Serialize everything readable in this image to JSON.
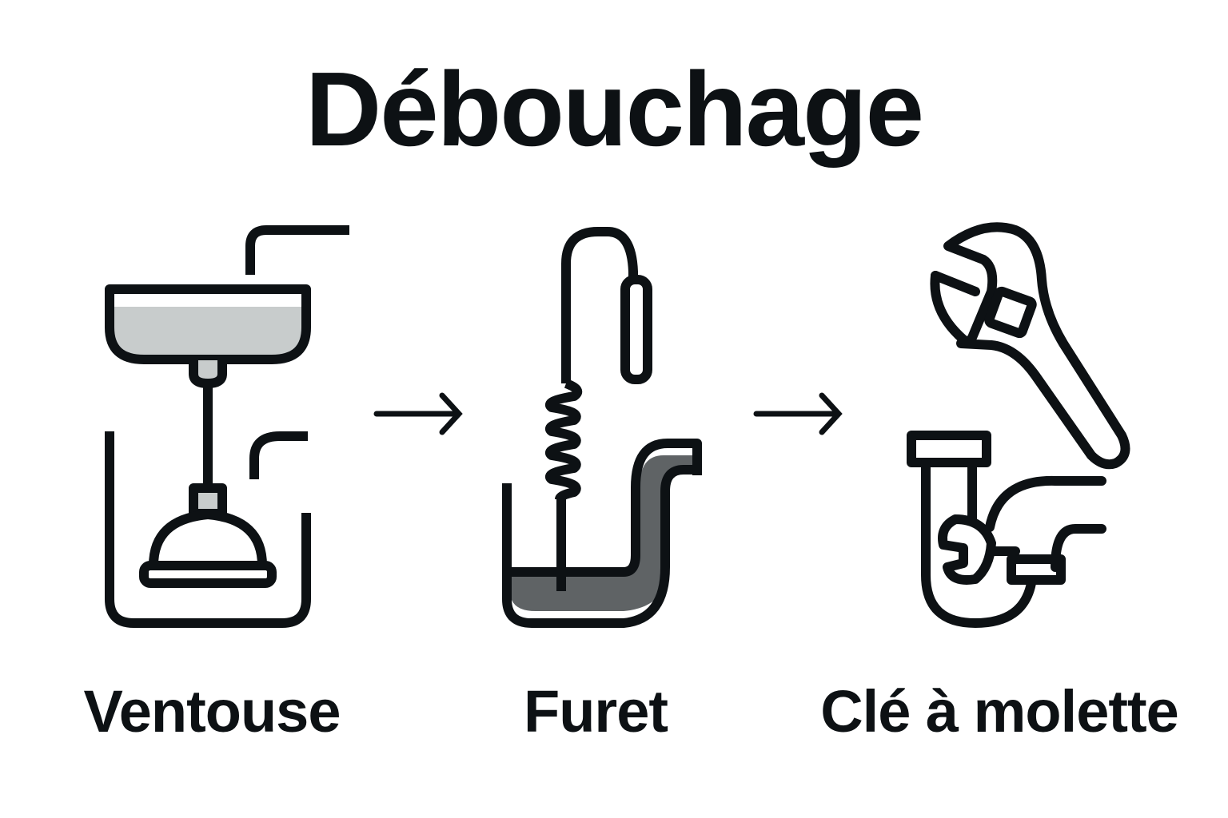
{
  "title": "Débouchage",
  "steps": [
    {
      "label": "Ventouse",
      "icon": "plunger-sink-icon"
    },
    {
      "label": "Furet",
      "icon": "drain-snake-icon"
    },
    {
      "label": "Clé à molette",
      "icon": "wrench-pipe-icon"
    }
  ],
  "arrows": [
    "arrow-right-icon",
    "arrow-right-icon"
  ],
  "colors": {
    "stroke": "#0d1114",
    "light_fill": "#c8cccc",
    "dark_fill": "#5f6365",
    "background": "#ffffff"
  }
}
